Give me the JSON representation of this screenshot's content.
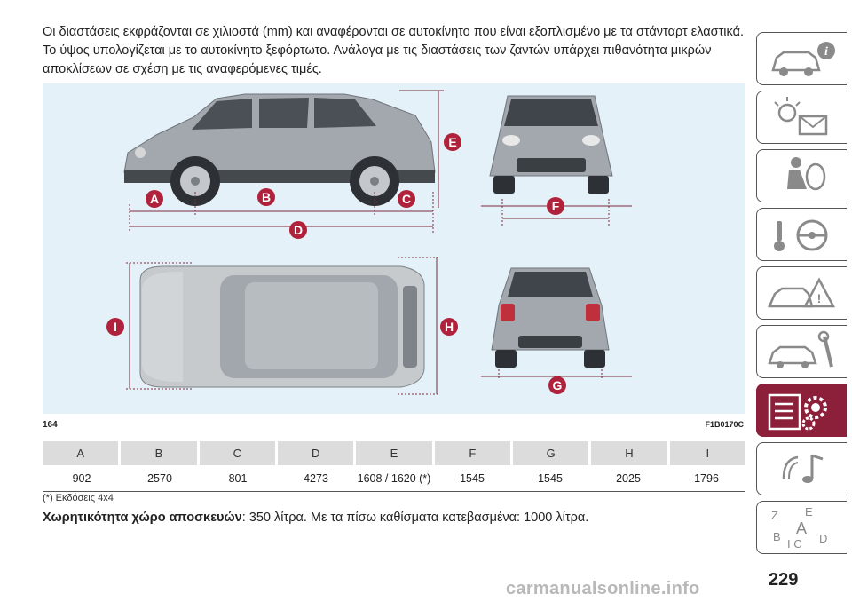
{
  "intro": {
    "line1": "Οι διαστάσεις εκφράζονται σε χιλιοστά (mm) και αναφέρονται σε αυτοκίνητο που είναι εξοπλισμένο με τα στάνταρτ ελαστικά.",
    "line2": "Το ύψος υπολογίζεται με το αυτοκίνητο ξεφόρτωτο. Ανάλογα με τις διαστάσεις των ζαντών υπάρχει πιθανότητα μικρών",
    "line3": "αποκλίσεων σε σχέση με τις αναφερόμενες τιμές."
  },
  "figure": {
    "labels": [
      "A",
      "B",
      "C",
      "D",
      "E",
      "F",
      "G",
      "H",
      "I"
    ],
    "page_ref": "164",
    "code": "F1B0170C",
    "colors": {
      "badge": "#b0223c",
      "background": "#e4f1f8",
      "car": "#9ea4a9"
    }
  },
  "table": {
    "headers": [
      "A",
      "B",
      "C",
      "D",
      "E",
      "F",
      "G",
      "H",
      "I"
    ],
    "values": [
      "902",
      "2570",
      "801",
      "4273",
      "1608 / 1620 (*)",
      "1545",
      "1545",
      "2025",
      "1796"
    ]
  },
  "note": "(*) Εκδόσεις 4x4",
  "capacity": {
    "label": "Χωρητικότητα χώρο αποσκευών",
    "text": ": 350 λίτρα. Με τα πίσω καθίσματα κατεβασμένα: 1000 λίτρα."
  },
  "sidebar": {
    "tabs": [
      {
        "name": "car-info-tab",
        "icon": "car-info-icon"
      },
      {
        "name": "warning-lights-tab",
        "icon": "warning-light-message-icon"
      },
      {
        "name": "safety-tab",
        "icon": "seat-airbag-icon"
      },
      {
        "name": "starting-driving-tab",
        "icon": "key-steering-wheel-icon"
      },
      {
        "name": "emergency-tab",
        "icon": "car-warning-triangle-icon"
      },
      {
        "name": "maintenance-tab",
        "icon": "car-wrench-icon"
      },
      {
        "name": "technical-data-tab",
        "icon": "list-gear-icon"
      },
      {
        "name": "multimedia-tab",
        "icon": "music-note-icon"
      },
      {
        "name": "index-tab",
        "icon": "alphabet-index-icon"
      }
    ],
    "active_color": "#8c1f39"
  },
  "page_number": "229",
  "watermark": "carmanualsonline.info"
}
